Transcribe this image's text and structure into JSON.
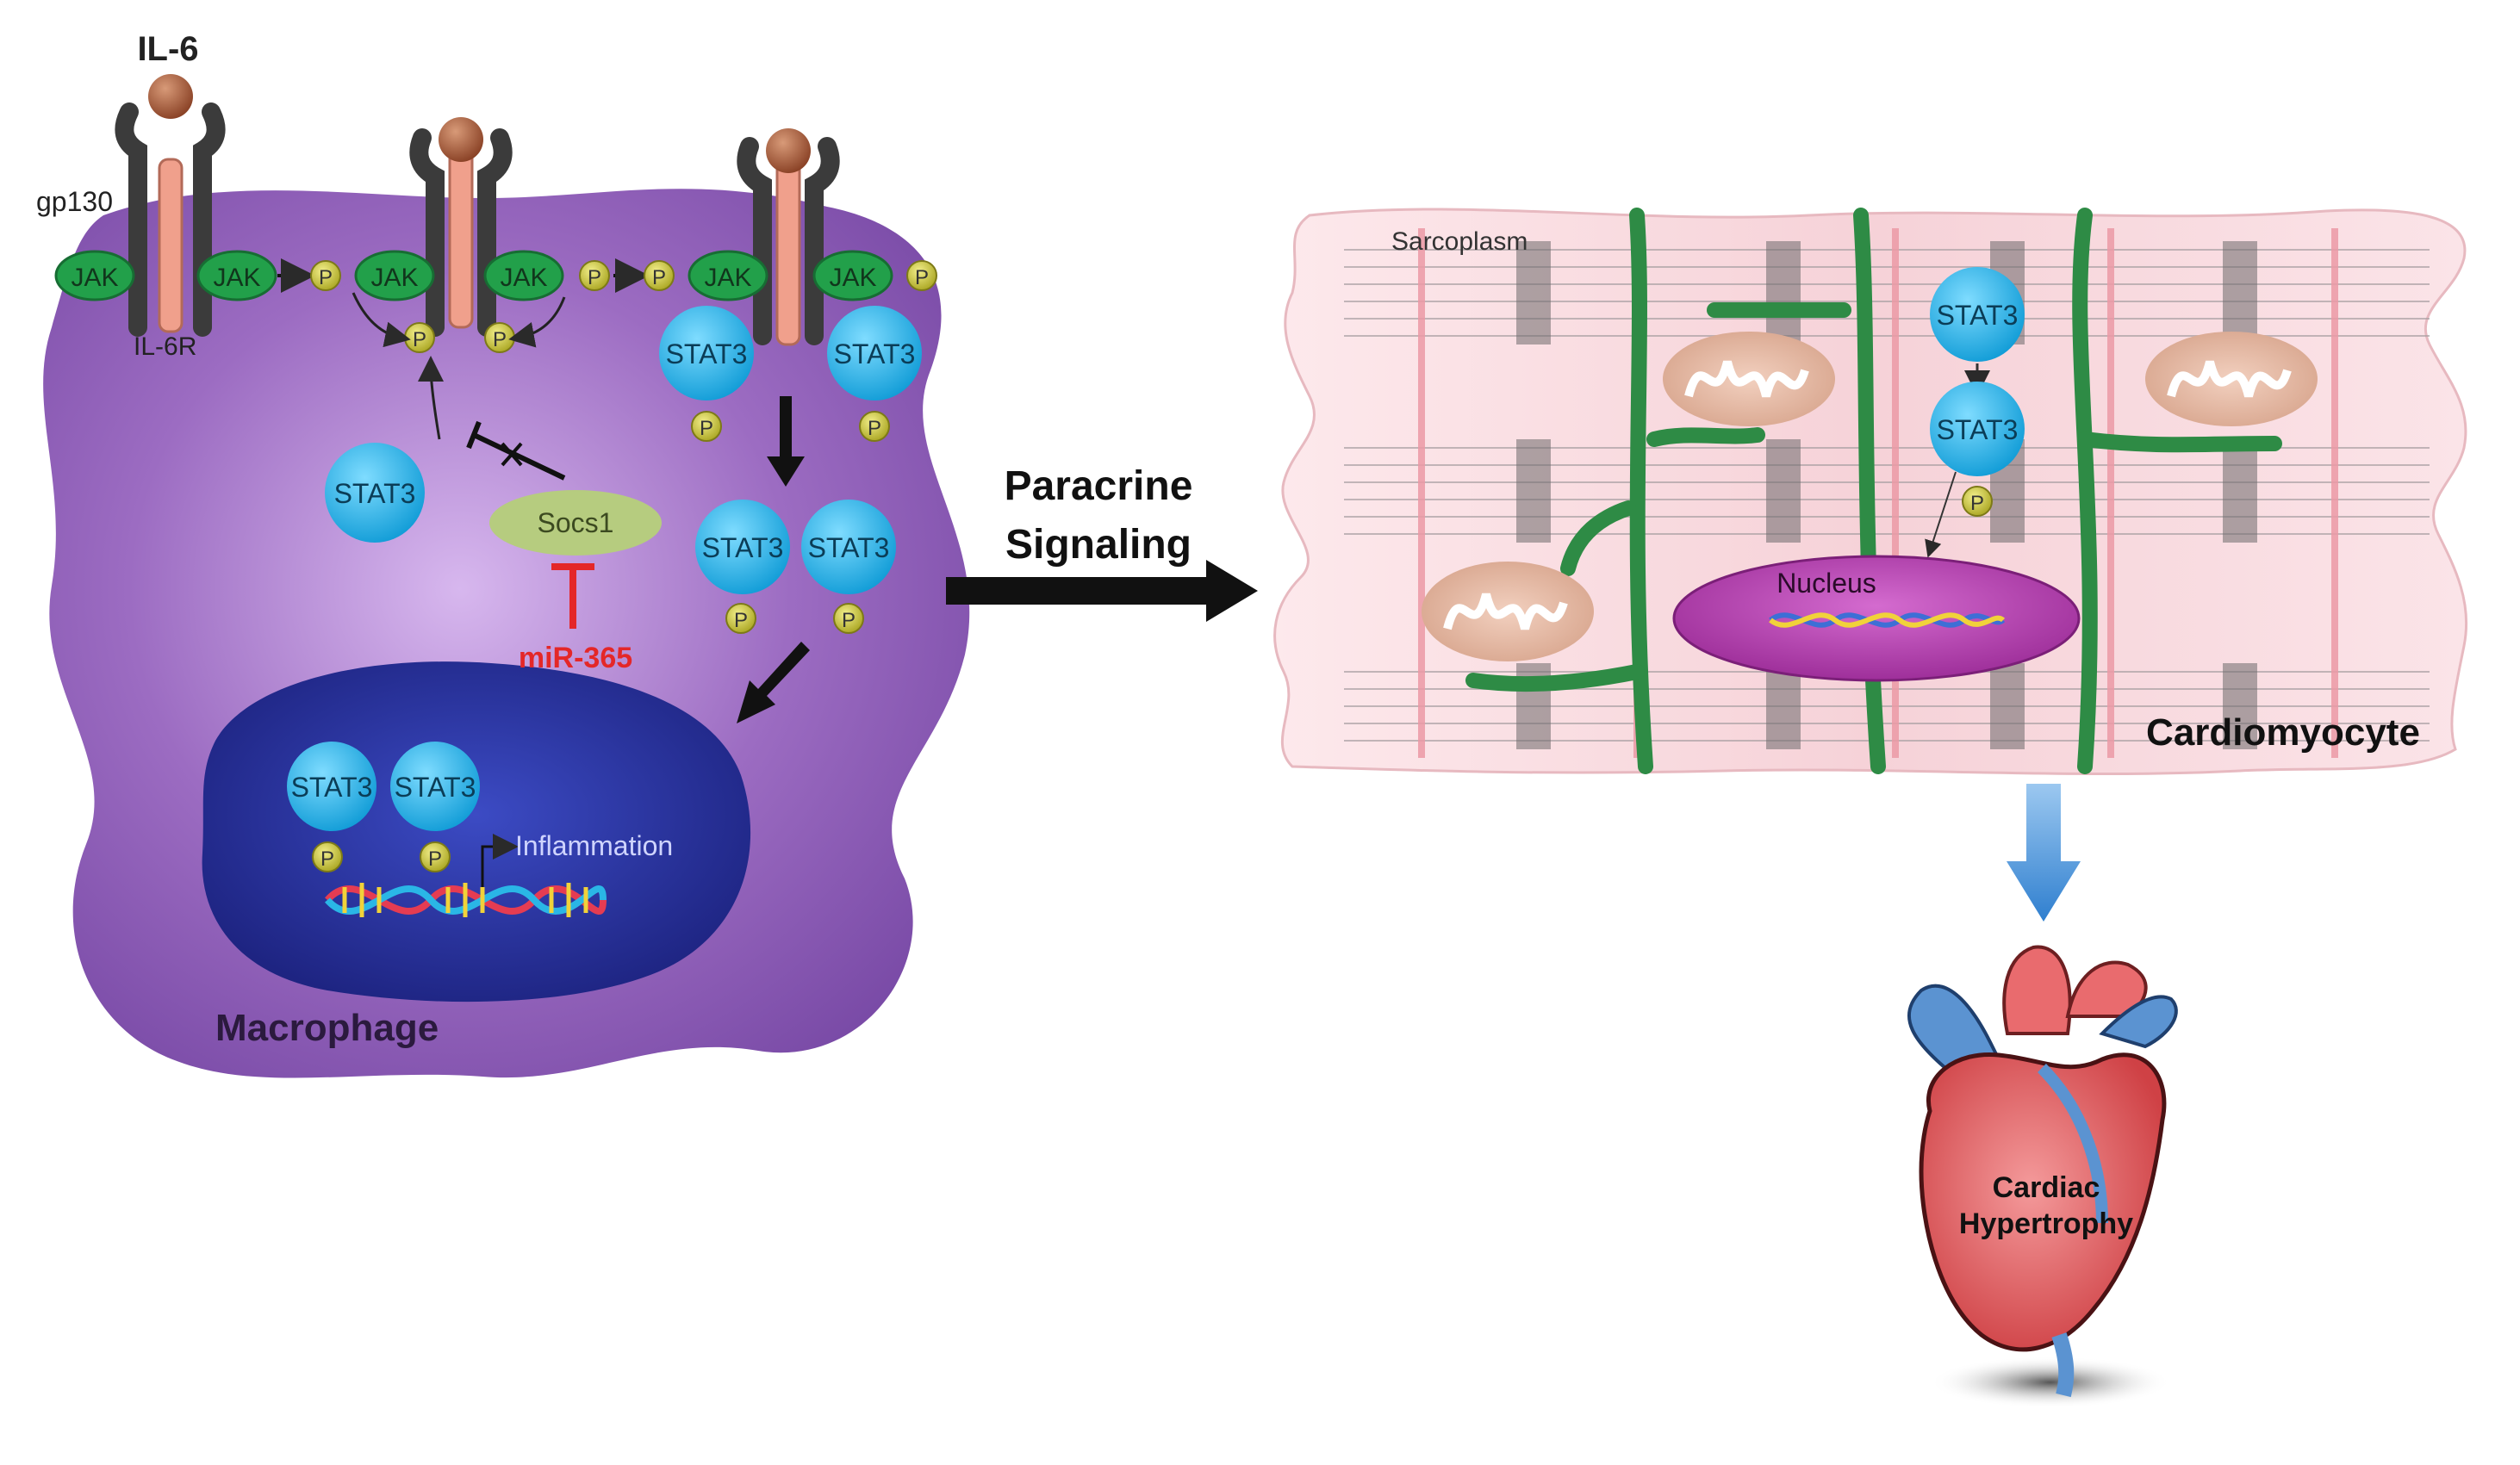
{
  "labels": {
    "il6": "IL-6",
    "gp130": "gp130",
    "il6r": "IL-6R",
    "jak": "JAK",
    "p": "P",
    "stat3": "STAT3",
    "socs1": "Socs1",
    "mir365": "miR-365",
    "inflammation": "Inflammation",
    "macrophage": "Macrophage",
    "paracrine_line1": "Paracrine",
    "paracrine_line2": "Signaling",
    "sarcoplasm": "Sarcoplasm",
    "nucleus": "Nucleus",
    "cardiomyocyte": "Cardiomyocyte",
    "cardiac_line1": "Cardiac",
    "cardiac_line2": "Hypertrophy"
  },
  "colors": {
    "macrophage_fill": "#8f61b7",
    "nucleus_fill": "#27309a",
    "jak_fill": "#22a04a",
    "stat3_fill": "#22b4ea",
    "phospho_fill": "#c8c43a",
    "socs1_fill": "#b6cc7f",
    "mir_red": "#e42728",
    "cell_pink": "#f8dde1",
    "reticulum_green": "#2e8b45",
    "heart_red": "#e96b6e",
    "vessel_blue": "#5b93d1",
    "arrow_blue": "#3d8ed8"
  }
}
